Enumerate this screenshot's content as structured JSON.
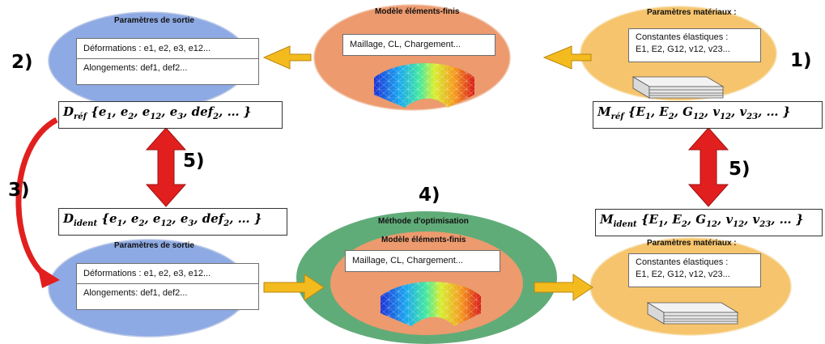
{
  "colors": {
    "blue": "#8eaae4",
    "salmon": "#ec9a6e",
    "orange": "#f6c46c",
    "green": "#60ac78",
    "arrow_yellow": "#f4bb1e",
    "arrow_red": "#e21f1f"
  },
  "top_left": {
    "title": "Paramètres de sortie",
    "deformations": "Déformations : e1, e2, e3, e12...",
    "alongements": "Alongements: def1, def2..."
  },
  "top_center": {
    "title": "Modèle éléments-finis",
    "content": "Maillage, CL, Chargement..."
  },
  "top_right": {
    "title": "Paramètres matériaux :",
    "line1": "Constantes élastiques :",
    "line2": "E1, E2, G12, v12, v23..."
  },
  "bottom_left": {
    "title": "Paramètres de sortie",
    "deformations": "Déformations : e1, e2, e3, e12...",
    "alongements": "Alongements: def1, def2..."
  },
  "bottom_center": {
    "outer_title": "Méthode d'optimisation",
    "title": "Modèle éléments-finis",
    "content": "Maillage, CL, Chargement..."
  },
  "bottom_right": {
    "title": "Paramètres matériaux :",
    "line1": "Constantes élastiques :",
    "line2": "E1, E2, G12, v12, v23..."
  },
  "steps": {
    "s1": "1)",
    "s2": "2)",
    "s3": "3)",
    "s4": "4)",
    "s5_left": "5)",
    "s5_right": "5)"
  },
  "formulas": {
    "d_ref": {
      "sym": "D",
      "sub": "réf",
      "args_html": "{<i>e</i><sub>1</sub>, <i>e</i><sub>2</sub>, <i>e</i><sub>12</sub>, <i>e</i><sub>3</sub>, <i>def</i><sub>2</sub>, … }"
    },
    "m_ref": {
      "sym": "M",
      "sub": "réf",
      "args_html": "{<i>E</i><sub>1</sub>, <i>E</i><sub>2</sub>, <i>G</i><sub>12</sub>, <i>v</i><sub>12</sub>, <i>v</i><sub>23</sub>, … }"
    },
    "d_ident": {
      "sym": "D",
      "sub": "ident",
      "args_html": "{<i>e</i><sub>1</sub>, <i>e</i><sub>2</sub>, <i>e</i><sub>12</sub>, <i>e</i><sub>3</sub>, <i>def</i><sub>2</sub>, … }"
    },
    "m_ident": {
      "sym": "M",
      "sub": "ident",
      "args_html": "{<i>E</i><sub>1</sub>, <i>E</i><sub>2</sub>, <i>G</i><sub>12</sub>, <i>v</i><sub>12</sub>, <i>v</i><sub>23</sub>, … }"
    }
  }
}
